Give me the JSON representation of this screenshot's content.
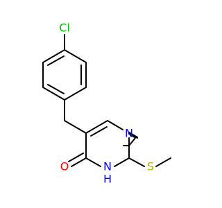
{
  "molecule": {
    "atoms": {
      "chlorine": {
        "label": "Cl",
        "color": "#00bf00"
      },
      "ring_nitrogen": {
        "label": "N",
        "color": "#0000ff"
      },
      "nh_nitrogen": {
        "label": "N",
        "color": "#0000ff"
      },
      "nh_hydrogen": {
        "label": "H",
        "color": "#0000ff"
      },
      "sulfur": {
        "label": "S",
        "color": "#b2b200"
      },
      "oxygen": {
        "label": "O",
        "color": "#ff0000"
      }
    },
    "bond_color": "#000000"
  }
}
